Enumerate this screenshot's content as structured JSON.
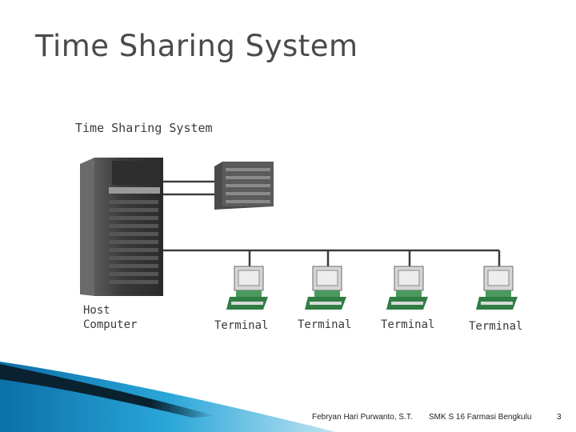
{
  "slide": {
    "title": "Time Sharing System"
  },
  "diagram": {
    "caption": "Time Sharing System",
    "host_label_line1": "Host",
    "host_label_line2": "Computer",
    "terminal_labels": [
      "Terminal",
      "Terminal",
      "Terminal",
      "Terminal"
    ]
  },
  "footer": {
    "author": "Febryan Hari Purwanto, S.T.",
    "school": "SMK S 16 Farmasi Bengkulu",
    "page_number": "3"
  },
  "colors": {
    "title_text": "#4a4a4a",
    "accent_blue": "#1a8fc7",
    "wire": "#3c3c3c",
    "server_dark": "#3d3d3d",
    "terminal_green": "#2f7d43"
  }
}
